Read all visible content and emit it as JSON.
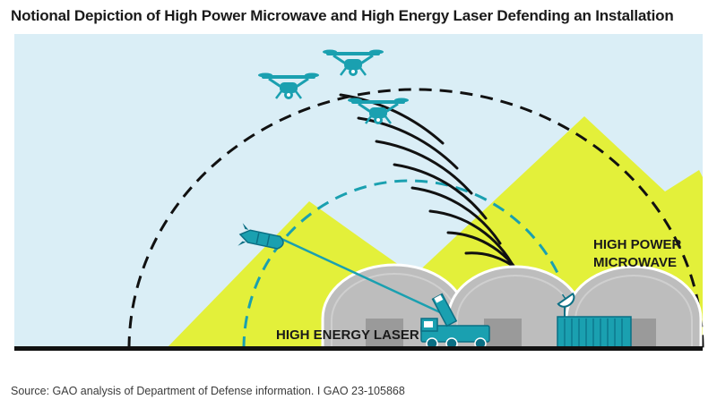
{
  "title": "Notional Depiction of High Power Microwave and High Energy Laser Defending an Installation",
  "labels": {
    "hpm_line1": "HIGH POWER",
    "hpm_line2": "MICROWAVE",
    "hel": "HIGH ENERGY LASER"
  },
  "source": "Source: GAO analysis of Department of Defense information.  I  GAO 23-105868",
  "colors": {
    "sky": "#daeef6",
    "mountain": "#e3f03a",
    "teal": "#1aa0b0",
    "dark_teal": "#0b6f84",
    "hangar": "#bdbdbd",
    "ground": "#111111"
  },
  "icons": [
    "drone-icon",
    "missile-icon",
    "laser-truck-icon",
    "microwave-container-icon",
    "hangar-icon"
  ]
}
